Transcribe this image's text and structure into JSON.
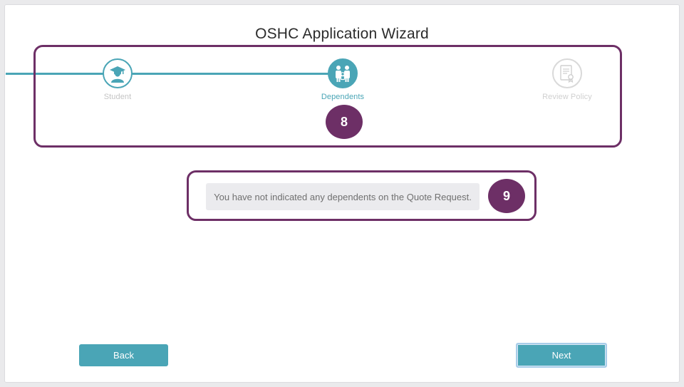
{
  "wizard": {
    "title": "OSHC Application Wizard",
    "steps": [
      {
        "label": "Student",
        "icon": "graduate-icon",
        "state": "complete"
      },
      {
        "label": "Dependents",
        "icon": "family-icon",
        "state": "active"
      },
      {
        "label": "Review Policy",
        "icon": "certificate-icon",
        "state": "upcoming"
      }
    ]
  },
  "annotations": {
    "badge_1": "8",
    "badge_2": "9"
  },
  "notice": {
    "text": "You have not indicated any dependents on the Quote Request."
  },
  "buttons": {
    "back": "Back",
    "next": "Next"
  },
  "colors": {
    "accent": "#4aa5b6",
    "annotation": "#6d2f66",
    "inactive": "#d9d9d9"
  }
}
